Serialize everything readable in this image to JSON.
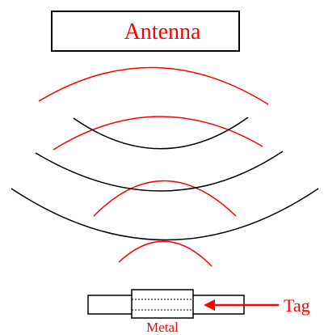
{
  "antenna_label": "Antenna",
  "tag_label": "Tag",
  "metal_label": "Metal",
  "colors": {
    "incident_wave": "#ff0000",
    "reflected_wave": "#000000",
    "labels_red": "#ff0000",
    "box_outline": "#000000"
  }
}
